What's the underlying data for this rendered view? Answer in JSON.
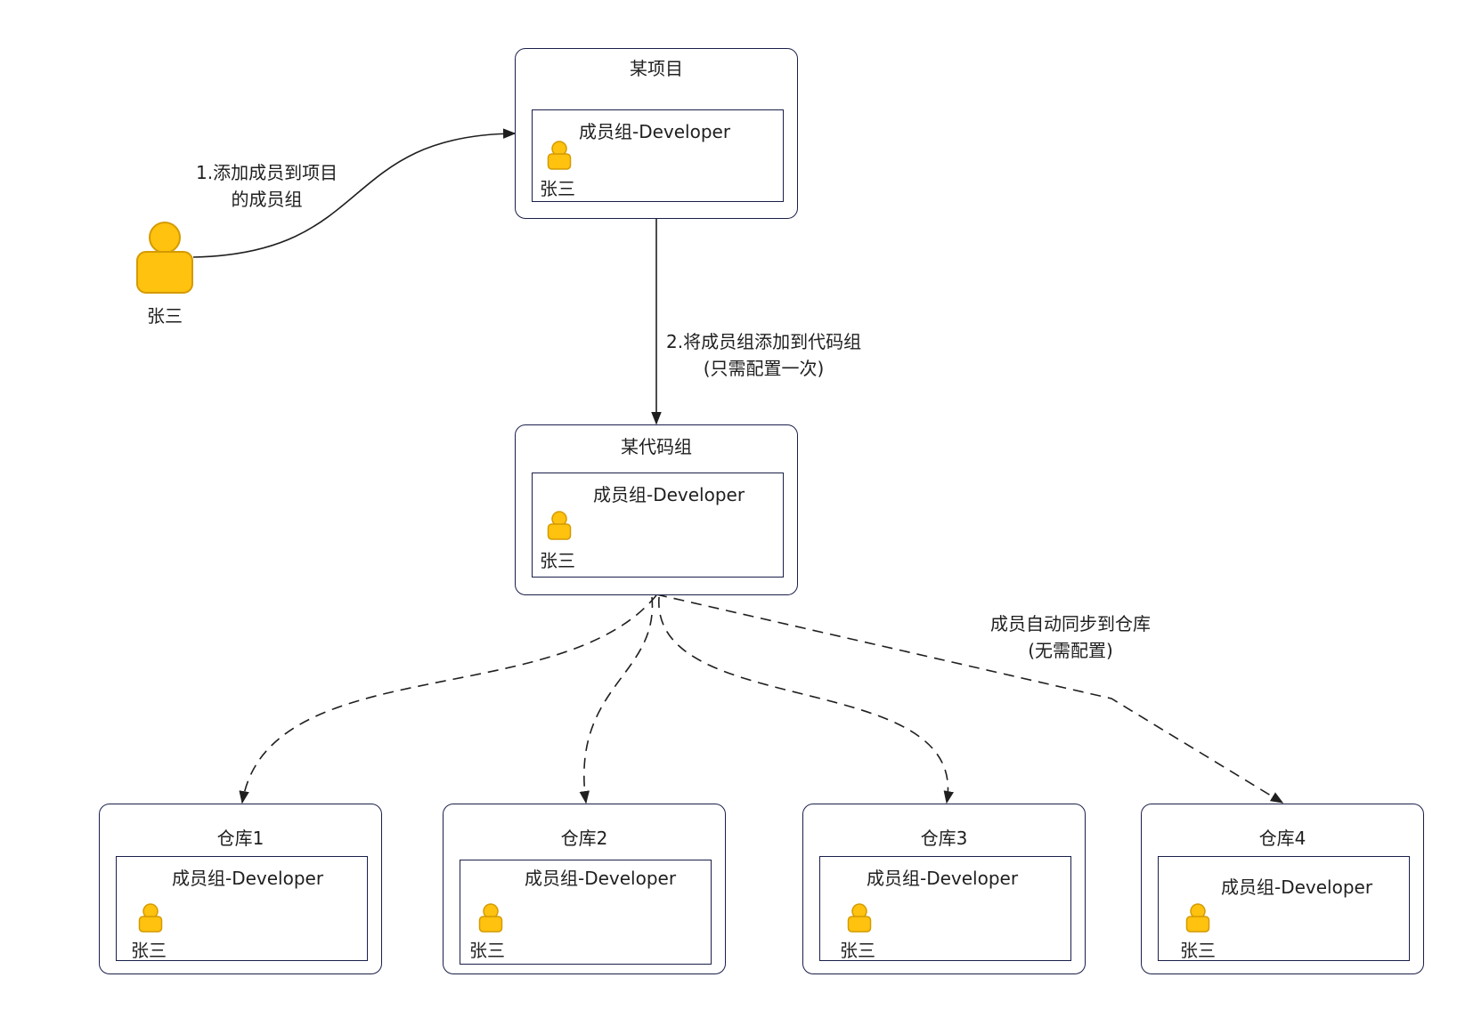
{
  "user": {
    "name": "张三",
    "icon": "user-icon"
  },
  "project": {
    "title": "某项目",
    "group": {
      "title": "成员组-Developer",
      "member": "张三"
    }
  },
  "code_group": {
    "title": "某代码组",
    "group": {
      "title": "成员组-Developer",
      "member": "张三"
    }
  },
  "repos": [
    {
      "title": "仓库1",
      "group_title": "成员组-Developer",
      "member": "张三"
    },
    {
      "title": "仓库2",
      "group_title": "成员组-Developer",
      "member": "张三"
    },
    {
      "title": "仓库3",
      "group_title": "成员组-Developer",
      "member": "张三"
    },
    {
      "title": "仓库4",
      "group_title": "成员组-Developer",
      "member": "张三"
    }
  ],
  "edges": {
    "add_member": {
      "line1": "1.添加成员到项目",
      "line2": "的成员组"
    },
    "add_group": {
      "line1": "2.将成员组添加到代码组",
      "line2": "(只需配置一次)"
    },
    "sync": {
      "line1": "成员自动同步到仓库",
      "line2": "(无需配置)"
    }
  },
  "colors": {
    "user_fill": "#ffc20e",
    "user_stroke": "#d49a00",
    "border": "#1a1f4a",
    "line": "#1f1f1f"
  }
}
